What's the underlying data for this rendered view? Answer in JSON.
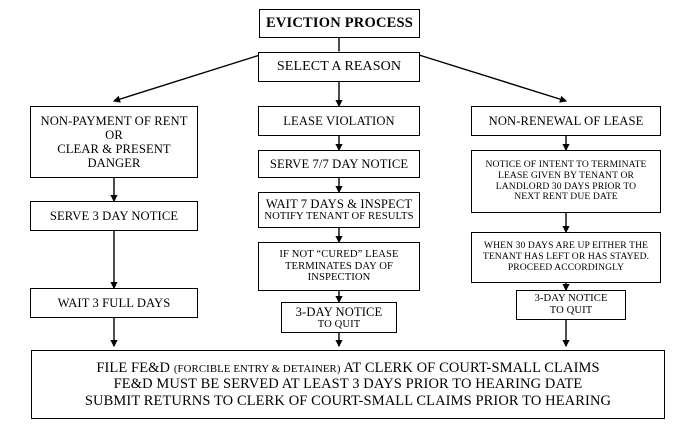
{
  "diagram": {
    "title": "EVICTION PROCESS",
    "type": "flowchart",
    "orientation": "top-down",
    "colors": {
      "stroke": "#000000",
      "fill": "#ffffff",
      "text": "#000000"
    }
  },
  "nodes": {
    "title_box": {
      "label": "EVICTION PROCESS"
    },
    "select_reason": {
      "label": "SELECT A REASON"
    },
    "left": {
      "reason": {
        "line1": "NON-PAYMENT OF RENT",
        "line2": "OR",
        "line3": "CLEAR & PRESENT",
        "line4": "DANGER"
      },
      "step1": {
        "label": "SERVE 3 DAY NOTICE"
      },
      "step2": {
        "label": "WAIT 3 FULL DAYS"
      }
    },
    "middle": {
      "reason": {
        "label": "LEASE VIOLATION"
      },
      "step1": {
        "label": "SERVE 7/7 DAY NOTICE"
      },
      "step2": {
        "line1": "WAIT 7 DAYS & INSPECT",
        "line2": "NOTIFY TENANT OF RESULTS"
      },
      "step3": {
        "line1": "IF NOT “CURED” LEASE",
        "line2": "TERMINATES DAY OF",
        "line3": "INSPECTION"
      },
      "step4": {
        "line1": "3-DAY NOTICE",
        "line2": "TO QUIT"
      }
    },
    "right": {
      "reason": {
        "label": "NON-RENEWAL OF LEASE"
      },
      "step1": {
        "line1": "NOTICE OF INTENT TO TERMINATE",
        "line2": "LEASE GIVEN BY TENANT OR",
        "line3": "LANDLORD 30 DAYS PRIOR TO",
        "line4": "NEXT RENT DUE DATE"
      },
      "step2": {
        "line1": "WHEN 30 DAYS ARE UP EITHER THE",
        "line2": "TENANT HAS LEFT OR HAS STAYED.",
        "line3": "PROCEED ACCORDINGLY"
      },
      "step3": {
        "line1": "3-DAY NOTICE",
        "line2": "TO QUIT"
      }
    },
    "final": {
      "line1_a": "FILE FE&D ",
      "line1_b": "(FORCIBLE ENTRY & DETAINER)",
      "line1_c": " AT CLERK OF COURT-SMALL CLAIMS",
      "line2": "FE&D MUST BE SERVED AT LEAST 3 DAYS PRIOR TO HEARING DATE",
      "line3": "SUBMIT RETURNS TO CLERK OF COURT-SMALL CLAIMS PRIOR TO HEARING"
    }
  }
}
